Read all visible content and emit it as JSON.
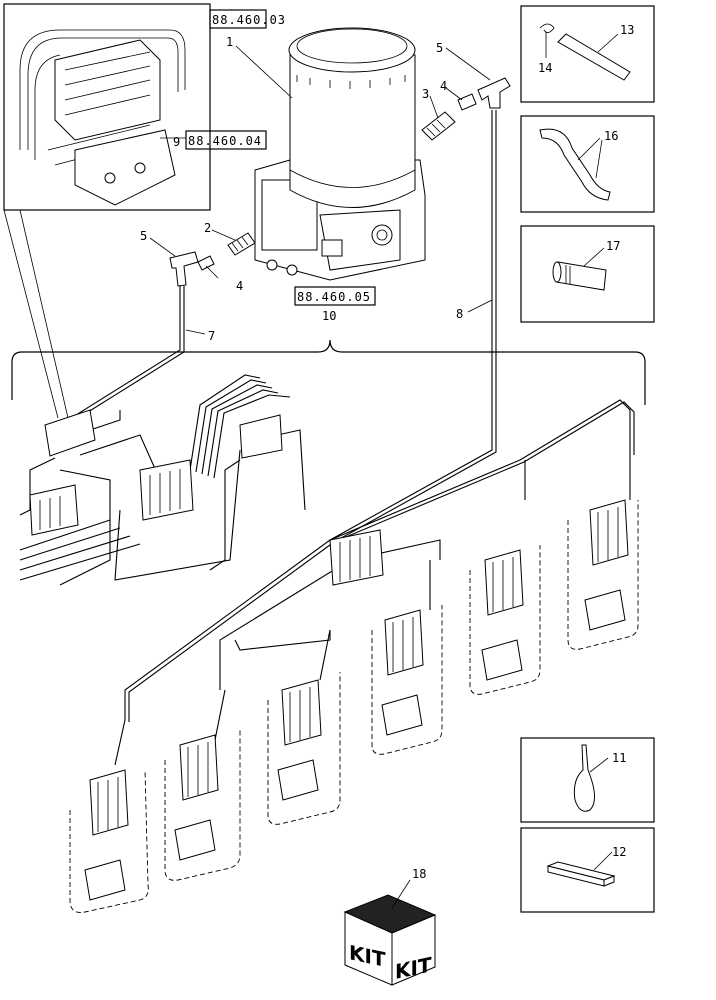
{
  "diagram": {
    "references": {
      "ref_top": "88.460.03",
      "ref_valve": "88.460.04",
      "ref_pump_base": "88.460.05"
    },
    "callouts": {
      "c1": "1",
      "c2": "2",
      "c3": "3",
      "c4a": "4",
      "c4b": "4",
      "c5a": "5",
      "c5b": "5",
      "c7": "7",
      "c8": "8",
      "c9": "9",
      "c10": "10",
      "c11": "11",
      "c12": "12",
      "c13": "13",
      "c14": "14",
      "c16": "16",
      "c17": "17",
      "c18": "18"
    },
    "kit": {
      "face_left": "KIT",
      "face_right": "KIT"
    }
  }
}
